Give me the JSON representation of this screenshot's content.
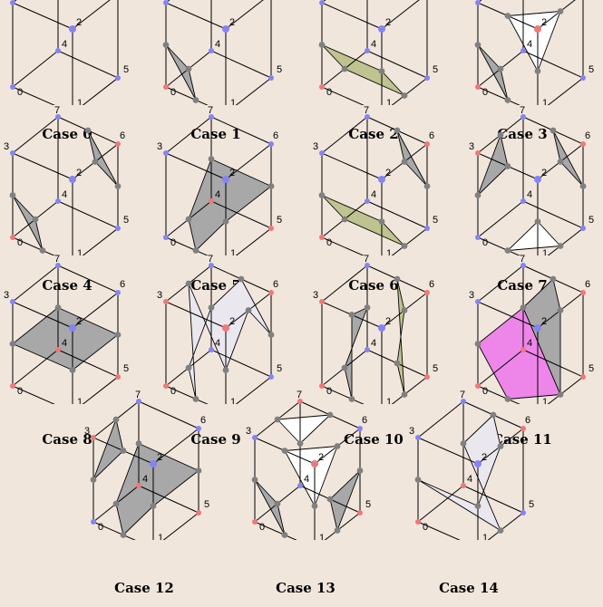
{
  "colors": {
    "background": "#f1e6dc",
    "vertex_on": "#8484f4",
    "vertex_off": "#f07878",
    "edge_point": "#808080",
    "surface_gray": "#a8a8a8",
    "surface_olive": "#bfc38f",
    "surface_white": "#ffffff",
    "surface_lavender": "#ebe7ef",
    "surface_pink": "#ee86ea"
  },
  "vertex_labels": [
    "0",
    "1",
    "2",
    "3",
    "4",
    "5",
    "6",
    "7"
  ],
  "cases": [
    {
      "caption": "Case 0"
    },
    {
      "caption": "Case 1"
    },
    {
      "caption": "Case 2"
    },
    {
      "caption": "Case 3"
    },
    {
      "caption": "Case 4"
    },
    {
      "caption": "Case 5"
    },
    {
      "caption": "Case 6"
    },
    {
      "caption": "Case 7"
    },
    {
      "caption": "Case 8"
    },
    {
      "caption": "Case 9"
    },
    {
      "caption": "Case 10"
    },
    {
      "caption": "Case 11"
    },
    {
      "caption": "Case 12"
    },
    {
      "caption": "Case 13"
    },
    {
      "caption": "Case 14"
    }
  ]
}
